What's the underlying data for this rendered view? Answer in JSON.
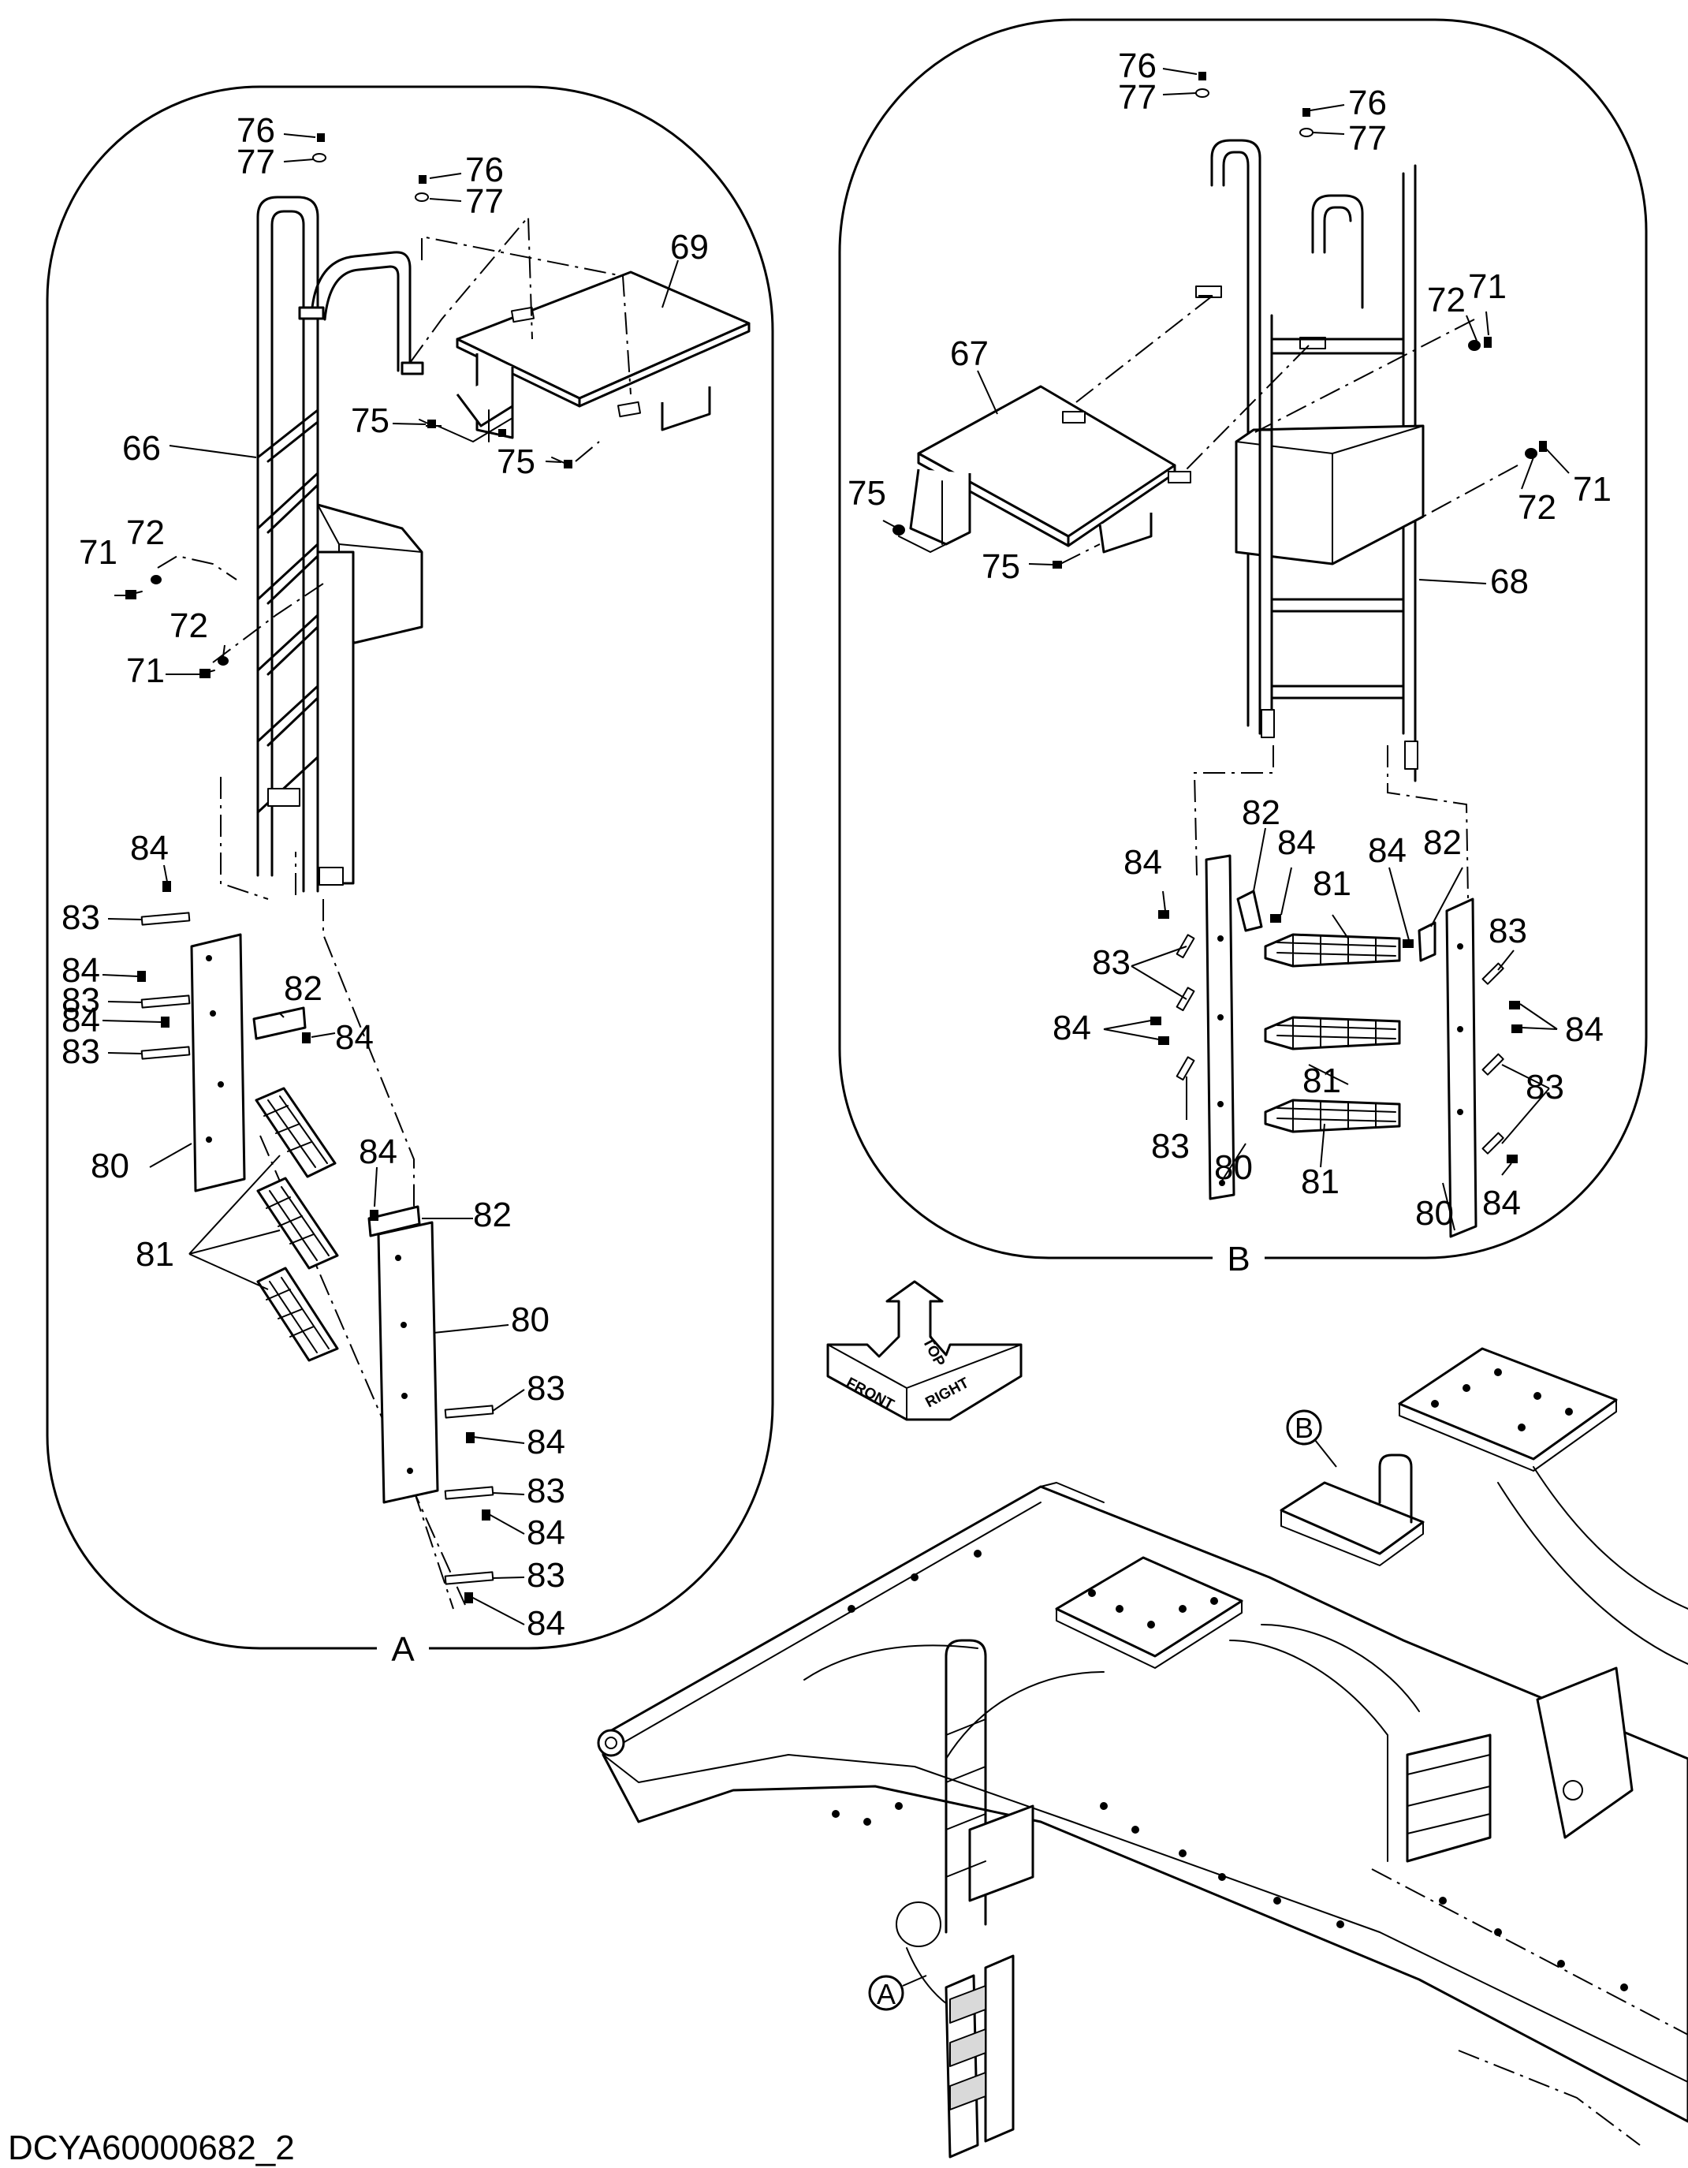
{
  "drawing_code": "DCYA60000682_2",
  "views": {
    "detail_a": {
      "letter": "A"
    },
    "detail_b": {
      "letter": "B"
    }
  },
  "orientation": {
    "top": "TOP",
    "front": "FRONT",
    "right": "RIGHT"
  },
  "callouts": {
    "a": {
      "p76a": "76",
      "p77a": "77",
      "p76b": "76",
      "p77b": "77",
      "p69": "69",
      "p75a": "75",
      "p75b": "75",
      "p66": "66",
      "p72a": "72",
      "p71a": "71",
      "p72b": "72",
      "p71b": "71",
      "p84a": "84",
      "p83a": "83",
      "p84b": "84",
      "p83b": "83",
      "p84c": "84",
      "p83c": "83",
      "p82a": "82",
      "p84d": "84",
      "p80a": "80",
      "p84e": "84",
      "p82b": "82",
      "p81": "81",
      "p80b": "80",
      "p83d": "83",
      "p84f": "84",
      "p83e": "83",
      "p84g": "84",
      "p83f": "83",
      "p84h": "84"
    },
    "b": {
      "p76a": "76",
      "p77a": "77",
      "p76b": "76",
      "p77b": "77",
      "p72a": "72",
      "p71a": "71",
      "p67": "67",
      "p75a": "75",
      "p75b": "75",
      "p72b": "72",
      "p71b": "71",
      "p68": "68",
      "p82a": "82",
      "p84a": "84",
      "p84b": "84",
      "p82b": "82",
      "p84c": "84",
      "p81a": "81",
      "p83a": "83",
      "p83b": "83",
      "p84d": "84",
      "p84e": "84",
      "p81b": "81",
      "p83c": "83",
      "p83d": "83",
      "p80a": "80",
      "p81c": "81",
      "p80b": "80",
      "p84f": "84"
    }
  }
}
